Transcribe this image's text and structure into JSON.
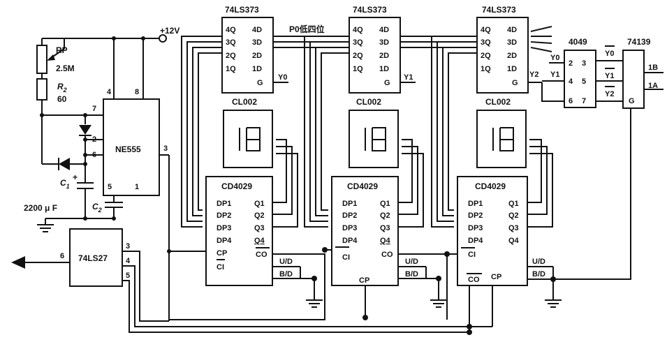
{
  "supply": {
    "label": "+12V"
  },
  "rp": {
    "name": "RP",
    "value": "2.5M"
  },
  "r2": {
    "name": "R",
    "sub": "2",
    "value": "60"
  },
  "c1": {
    "name": "C",
    "sub": "1",
    "value": "2200 μ F",
    "polarity": "+"
  },
  "c2": {
    "name": "C",
    "sub": "2"
  },
  "ne555": {
    "title": "NE555",
    "pins": {
      "p4": "4",
      "p8": "8",
      "p7": "7",
      "p2": "2",
      "p6": "6",
      "p3": "3",
      "p5": "5",
      "p1": "1"
    }
  },
  "gate": {
    "title": "74LS27",
    "pins": {
      "p6": "6",
      "p3": "3",
      "p4": "4",
      "p5": "5"
    }
  },
  "latch_title": "74LS373",
  "latch_pins": {
    "q4": "4Q",
    "q3": "3Q",
    "q2": "2Q",
    "q1": "1Q",
    "d4": "4D",
    "d3": "3D",
    "d2": "2D",
    "d1": "1D",
    "g": "G"
  },
  "latch_selects": [
    "Y0",
    "Y1",
    "Y2"
  ],
  "bus_label": "P0低四位",
  "display_title": "CL002",
  "counter_title": "CD4029",
  "counter_pins": {
    "dp1": "DP1",
    "dp2": "DP2",
    "dp3": "DP3",
    "dp4": "DP4",
    "q1": "Q1",
    "q2": "Q2",
    "q3": "Q3",
    "q4": "Q4",
    "cp": "CP",
    "ci": "CI",
    "co": "CO",
    "ud": "U/D",
    "bd": "B/D"
  },
  "inverter": {
    "title": "4049",
    "in_labels": [
      "Y0",
      "Y1"
    ],
    "pins": {
      "p2": "2",
      "p3": "3",
      "p4": "4",
      "p5": "5",
      "p6": "6",
      "p7": "7"
    }
  },
  "decoder": {
    "title": "74139",
    "outs": [
      "Y0",
      "Y1",
      "Y2"
    ],
    "ins": [
      "1B",
      "1A"
    ],
    "g": "G"
  }
}
